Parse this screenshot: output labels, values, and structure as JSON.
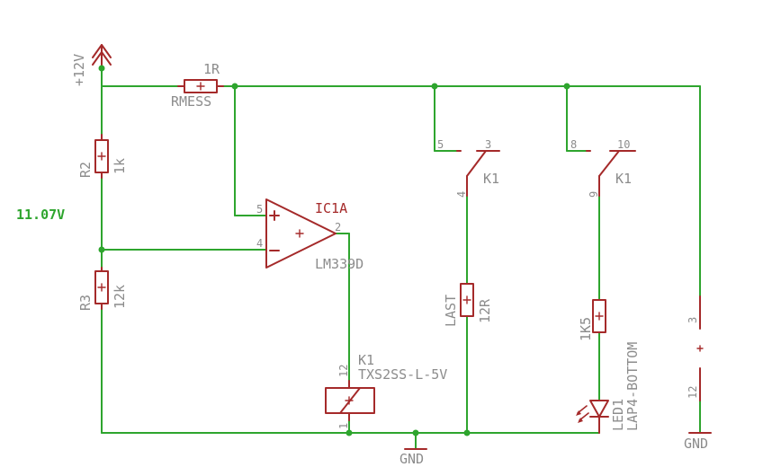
{
  "supply": {
    "label": "+12V"
  },
  "measured_voltage": "11.07V",
  "rmess": {
    "name": "RMESS",
    "value": "1R"
  },
  "r2": {
    "name": "R2",
    "value": "1k"
  },
  "r3": {
    "name": "R3",
    "value": "12k"
  },
  "ic": {
    "name": "IC1A",
    "part": "LM339D",
    "pin_noninv": "5",
    "pin_inv": "4",
    "pin_out": "2"
  },
  "relay_coil": {
    "name": "K1",
    "part": "TXS2SS-L-5V",
    "pin_top": "12",
    "pin_bottom": "1"
  },
  "switch1": {
    "name": "K1",
    "pin_a": "5",
    "pin_b": "3",
    "pin_common": "4"
  },
  "switch2": {
    "name": "K1",
    "pin_a": "8",
    "pin_b": "10",
    "pin_common": "9"
  },
  "last": {
    "name": "LAST",
    "value": "12R"
  },
  "led_resistor": {
    "value": "1K5"
  },
  "led": {
    "name": "LED1",
    "part": "LAP4-BOTTOM"
  },
  "right_resistor": {
    "pin_top": "3",
    "pin_bottom": "12"
  },
  "gnd": {
    "main": "GND",
    "right": "GND"
  }
}
